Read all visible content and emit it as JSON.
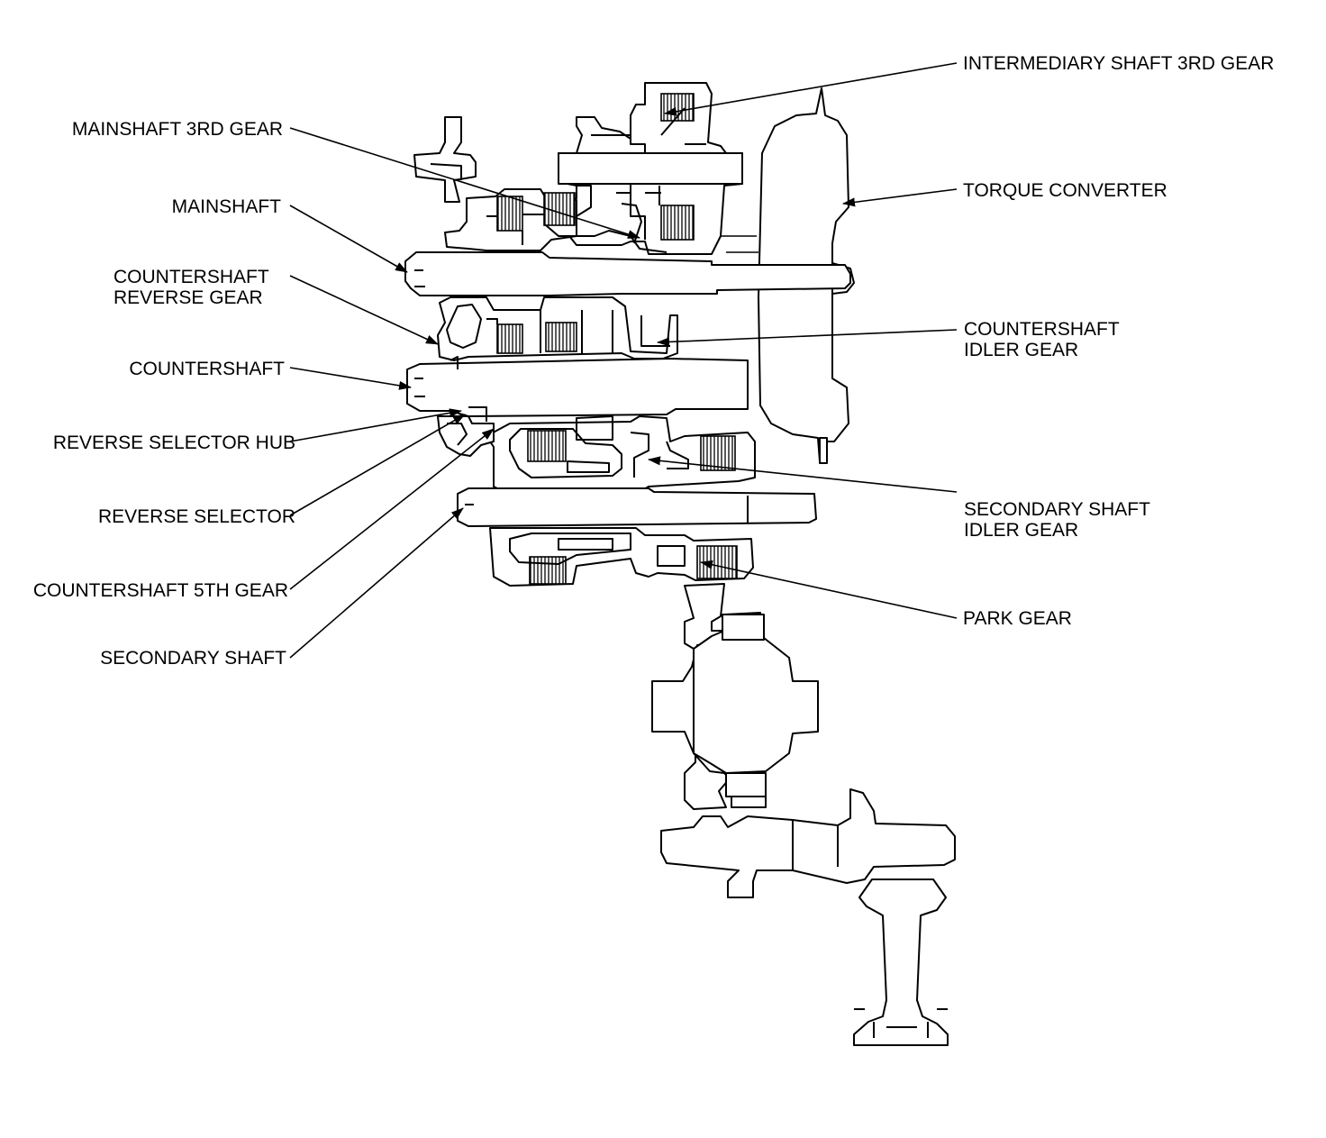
{
  "labels": {
    "intermediary_shaft_3rd_gear": "INTERMEDIARY SHAFT 3RD GEAR",
    "mainshaft_3rd_gear": "MAINSHAFT 3RD GEAR",
    "torque_converter": "TORQUE CONVERTER",
    "mainshaft": "MAINSHAFT",
    "countershaft_reverse_gear_line1": "COUNTERSHAFT",
    "countershaft_reverse_gear_line2": "REVERSE GEAR",
    "countershaft_idler_gear_line1": "COUNTERSHAFT",
    "countershaft_idler_gear_line2": "IDLER GEAR",
    "countershaft": "COUNTERSHAFT",
    "reverse_selector_hub": "REVERSE SELECTOR HUB",
    "secondary_shaft_idler_gear_line1": "SECONDARY SHAFT",
    "secondary_shaft_idler_gear_line2": "IDLER GEAR",
    "reverse_selector": "REVERSE SELECTOR",
    "countershaft_5th_gear": "COUNTERSHAFT 5TH GEAR",
    "park_gear": "PARK GEAR",
    "secondary_shaft": "SECONDARY SHAFT"
  }
}
